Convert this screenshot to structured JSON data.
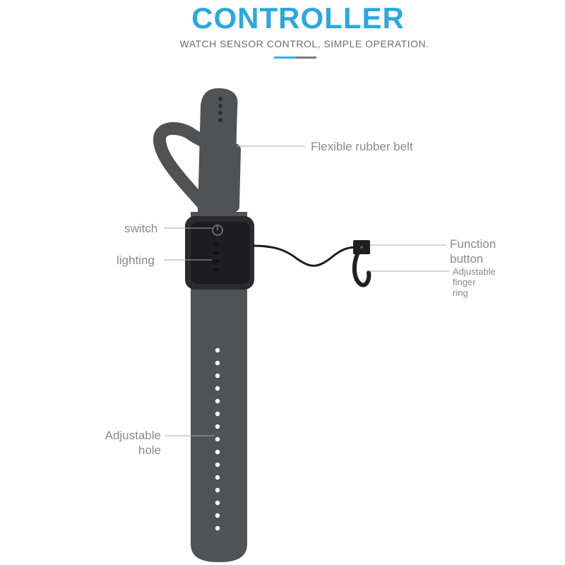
{
  "header": {
    "title": "CONTROLLER",
    "subtitle": "WATCH SENSOR CONTROL, SIMPLE OPERATION.",
    "accent_colors": [
      "#2fb8ea",
      "#7a7a7a"
    ]
  },
  "callouts": {
    "belt": "Flexible rubber belt",
    "switch": "switch",
    "lighting": "lighting",
    "function_button_line1": "Function",
    "function_button_line2": "button",
    "finger_ring_line1": "Adjustable",
    "finger_ring_line2": "finger",
    "finger_ring_line3": "ring",
    "hole_line1": "Adjustable",
    "hole_line2": "hole"
  },
  "colors": {
    "title": "#29a9e0",
    "strap": "#505254",
    "module": "#2b2b2d",
    "label": "#8a8a8a",
    "leader": "#a8a8a8"
  },
  "icons": [
    "power-icon"
  ]
}
